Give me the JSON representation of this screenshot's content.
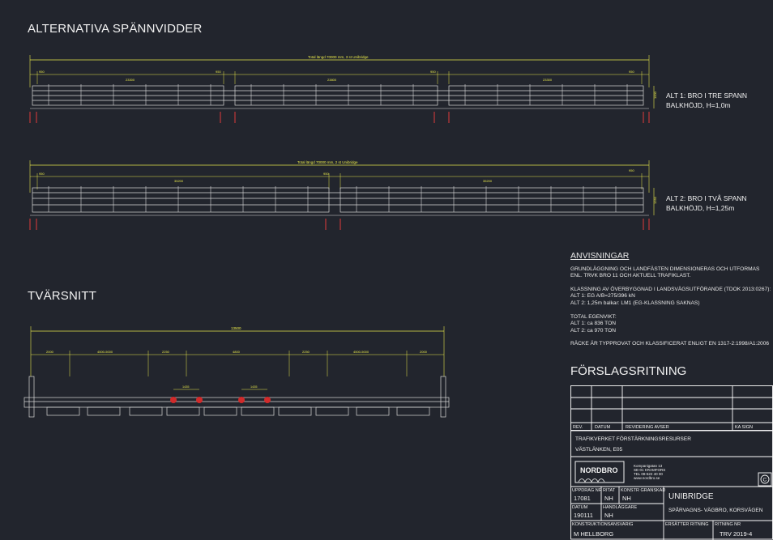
{
  "sections": {
    "alt_title": "ALTERNATIVA SPÄNNVIDDER",
    "tvarsnitt_title": "TVÄRSNITT"
  },
  "alt1": {
    "label_line1": "ALT 1: BRO I TRE SPANN",
    "label_line2": "BALKHÖJD, H=1,0m",
    "total_dim": "Total längd 70000 mm, 3 st Unibridge",
    "dims": [
      "950",
      "23300",
      "950",
      "23800",
      "950",
      "23300",
      "950"
    ],
    "height_dim": "1000"
  },
  "alt2": {
    "label_line1": "ALT 2: BRO I  TVÅ SPANN",
    "label_line2": "BALKHÖJD, H=1,25m",
    "total_dim": "Total längd 70000 mm, 2 st Unibridge",
    "dims": [
      "950",
      "35200",
      "950",
      "35200",
      "950"
    ],
    "height_dim": "1250"
  },
  "section_dims": {
    "total": "13500",
    "parts": [
      "2000",
      "4500-5000",
      "2250",
      "4800",
      "2250",
      "4500-5000",
      "2000"
    ],
    "rail_dims": [
      "1435",
      "1435"
    ]
  },
  "notes": {
    "heading": "ANVISNINGAR",
    "p1": "GRUNDLÄGGNING OCH LANDFÄSTEN DIMENSIONERAS OCH UTFORMAS ENL. TRVK BRO 11 OCH AKTUELL TRAFIKLAST.",
    "p2a": "KLASSNING AV ÖVERBYGGNAD I LANDSVÄGSUTFÖRANDE (TDOK 2013:0267):",
    "p2b": "ALT 1: EG A/B=275/396 kN",
    "p2c": "ALT 2: 1,25m balkar: LM1 (EG-KLASSNING SAKNAS)",
    "p3a": "TOTAL EGENVIKT:",
    "p3b": "ALT 1: ca 836 TON",
    "p3c": "ALT 2: ca 970 TON",
    "p4": "RÄCKE ÄR TYPPROVAT OCH KLASSIFICERAT ENLIGT EN 1317-2:1998/A1:2006"
  },
  "titleblock": {
    "title": "FÖRSLAGSRITNING",
    "rev_headers": [
      "REV.",
      "DATUM",
      "REVIDERING AVSER",
      "KA SIGN"
    ],
    "client": "TRAFIKVERKET FÖRSTÄRKNINGSRESURSER",
    "project": "VÄSTLÄNKEN, E05",
    "logo_text": "NORDBRO",
    "company_info": [
      "Kompanigatan 13",
      "SE-01 KRAMFORS",
      "TEL 08-522 40 00",
      "www.nordbro.se"
    ],
    "copyright": "C",
    "uppdrag_label": "UPPDRAG NR",
    "uppdrag_value": "17081",
    "ritat_label": "RITAT",
    "ritat_value": "NH",
    "konstr_label": "KONSTR GRANSKAD",
    "konstr_value": "NH",
    "datum_label": "DATUM",
    "datum_value": "190111",
    "handl_label": "HANDLÄGGARE",
    "handl_value": "NH",
    "konstruktionsansvarig_label": "KONSTRUKTIONSANSVARIG",
    "konstruktionsansvarig_value": "M HELLBORG",
    "ersatter_label": "ERSÄTTER RITNING",
    "ritning_label": "RITNING NR",
    "ritning_value": "TRV 2019-4",
    "product": "UNIBRIDGE",
    "subtitle": "SPÅRVAGNS- VÄGBRO, KORSVÄGEN"
  }
}
